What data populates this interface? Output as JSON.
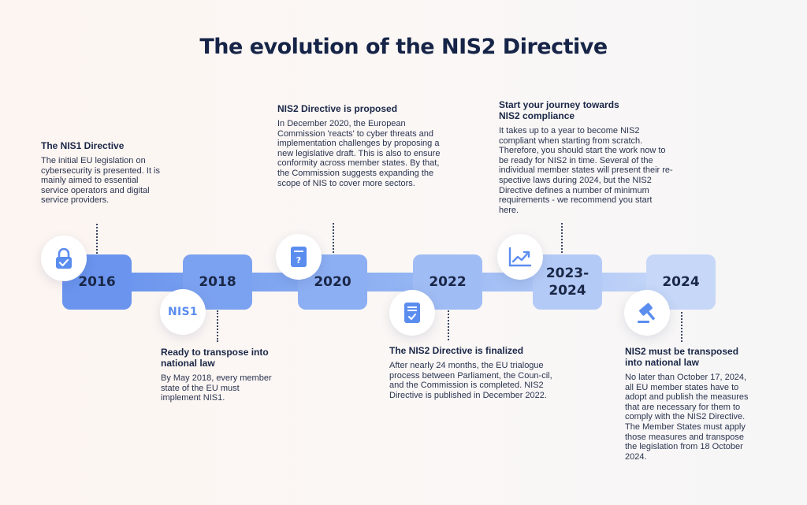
{
  "title": "The evolution of the NIS2 Directive",
  "colors": {
    "band_start": "#6c96ee",
    "band_end": "#c6d7f8",
    "box_2016": "#6a94ee",
    "box_2018": "#7ba2f0",
    "box_2020": "#8caef2",
    "box_2022": "#a0bcf4",
    "box_2023": "#b4caf6",
    "box_2024": "#c6d7f8",
    "icon_accent": "#5b8def",
    "text": "#1a2747"
  },
  "milestones": [
    {
      "year": "2016",
      "icon": "padlock-icon",
      "heading": "The NIS1 Directive",
      "body": "The initial EU legislation on cybersecurity is presented. It is mainly aimed to essential service operators and digital service providers."
    },
    {
      "year": "2018",
      "icon": "nis1-badge-icon",
      "icon_text": "NIS1",
      "heading": "Ready to transpose into national law",
      "body": "By May 2018, every member state of the EU must implement NIS1."
    },
    {
      "year": "2020",
      "icon": "document-question-icon",
      "heading": "NIS2 Directive is proposed",
      "body": "In December 2020, the European Commission 'reacts' to cyber threats and implementation challenges by proposing a new legislative draft. This is also to ensure conformity across member states. By that, the Commission suggests expanding the scope of NIS to cover more sectors."
    },
    {
      "year": "2022",
      "icon": "document-check-icon",
      "heading": "The NIS2 Directive is finalized",
      "body": "After nearly 24 months, the EU trialogue process between Parliament, the Coun-cil, and the Commission is completed. NIS2 Directive is published in December 2022."
    },
    {
      "year_line1": "2023-",
      "year_line2": "2024",
      "icon": "trending-chart-icon",
      "heading": "Start your journey towards NIS2 compliance",
      "body": "It takes up to a year to become NIS2 compliant when starting from scratch. Therefore, you should start the work now to be ready for NIS2 in time. Several of the individual member states will present their re-spective laws during 2024, but the NIS2 Directive defines a number of minimum requirements - we recommend you start here."
    },
    {
      "year": "2024",
      "icon": "gavel-icon",
      "heading": "NIS2 must be transposed into national law",
      "body": "No later than October 17, 2024, all EU member states have to adopt and publish the measures that are necessary for them to comply with the NIS2 Directive. The Member States must apply those measures and transpose the legislation from 18 October 2024."
    }
  ]
}
